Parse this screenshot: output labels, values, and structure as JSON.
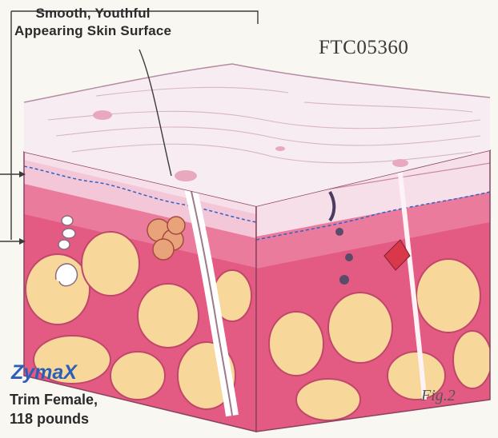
{
  "callout": {
    "line1": "Smooth, Youthful",
    "line2": "Appearing Skin Surface"
  },
  "document_id": "FTC05360",
  "brand": "ZymaX",
  "subject": {
    "line1": "Trim Female,",
    "line2": "118 pounds"
  },
  "figure_label": "Fig.2",
  "colors": {
    "epidermis": "#f5e6ee",
    "dermis": "#e2577f",
    "dermis_light": "#ef9ab5",
    "fat": "#f7d79a",
    "fat_outline": "#c0476b",
    "nerve_blue": "#2a64c8",
    "brand_blue": "#2c5fb8"
  }
}
